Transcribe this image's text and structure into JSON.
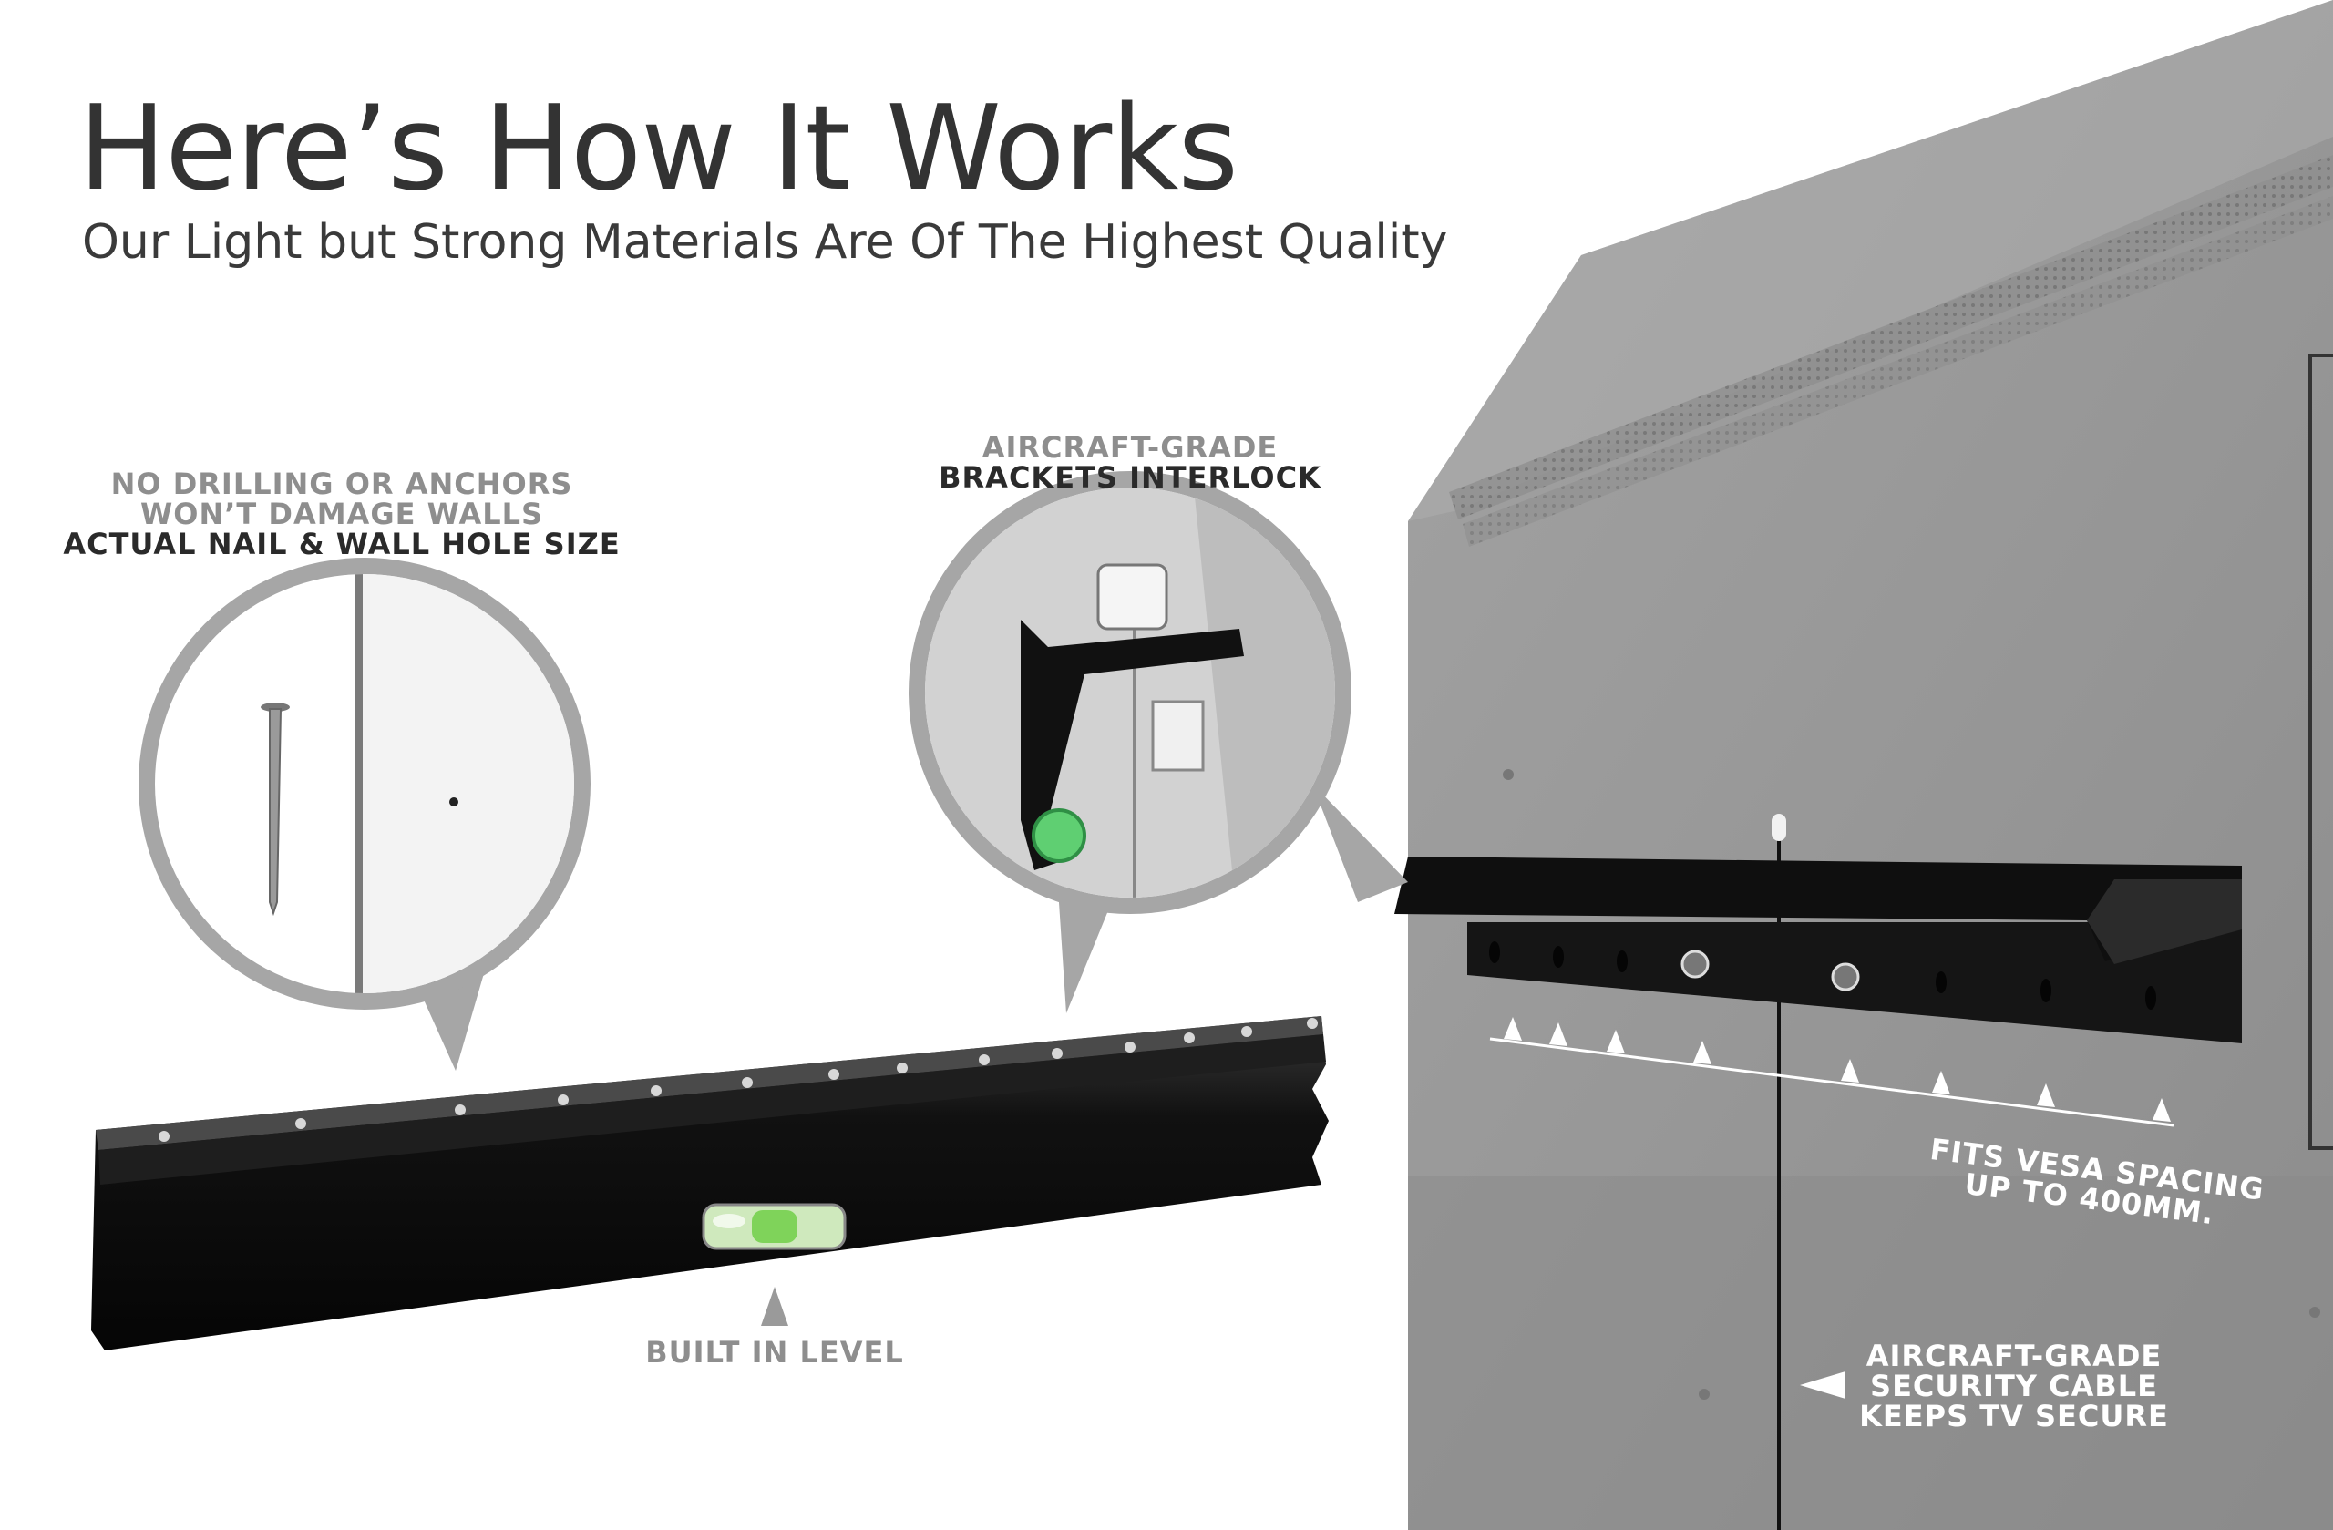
{
  "header": {
    "title": "Here’s How It Works",
    "subtitle": "Our Light but Strong Materials Are Of The Highest Quality"
  },
  "callouts": {
    "nail": {
      "line1": "NO DRILLING OR ANCHORS",
      "line2": "WON’T DAMAGE WALLS",
      "line3": "ACTUAL NAIL & WALL HOLE SIZE"
    },
    "brackets": {
      "line1": "AIRCRAFT-GRADE",
      "line2": "BRACKETS INTERLOCK"
    },
    "level": "BUILT IN LEVEL",
    "vesa": {
      "line1": "FITS VESA SPACING",
      "line2": "UP TO 400MM."
    },
    "cable": {
      "line1": "AIRCRAFT-GRADE",
      "line2": "SECURITY CABLE",
      "line3": "KEEPS TV SECURE"
    }
  },
  "colors": {
    "tv_body": "#9b9b9b",
    "bracket": "#1a1a1a",
    "bubble_ring": "#a6a6a6",
    "level_bubble": "#7fd35a",
    "clip_green": "#5fcf72"
  }
}
